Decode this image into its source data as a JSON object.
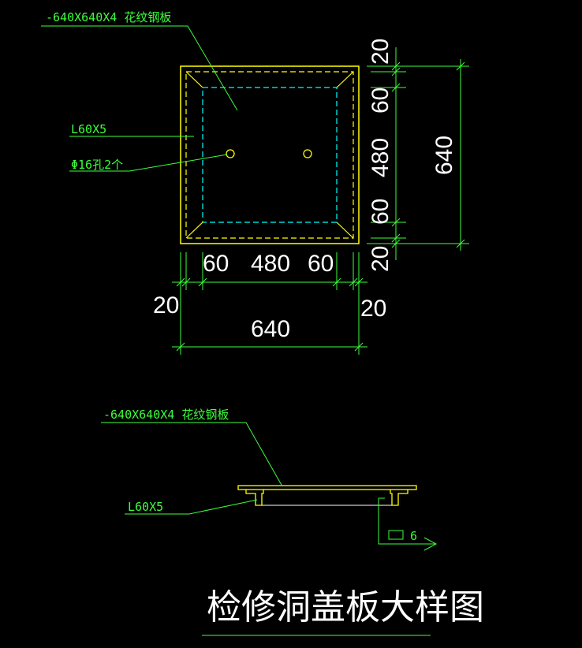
{
  "plan": {
    "plate_label": "-640X640X4 花纹钢板",
    "angle_label": "L60X5",
    "hole_label": "Φ16孔2个",
    "dims_right": [
      "20",
      "60",
      "480",
      "60",
      "20"
    ],
    "dim_right_total": "640",
    "dims_bottom": [
      "60",
      "480",
      "60"
    ],
    "dim_bottom_left": "20",
    "dim_bottom_right": "20",
    "dim_bottom_total": "640"
  },
  "section": {
    "plate_label": "-640X640X4 花纹钢板",
    "angle_label": "L60X5",
    "weld_size": "6"
  },
  "title": "检修洞盖板大样图",
  "colors": {
    "background": "#000000",
    "plate": "#ffff00",
    "dashed": "#00ffff",
    "leader": "#3cff3c",
    "dim_text": "#ffffff"
  }
}
